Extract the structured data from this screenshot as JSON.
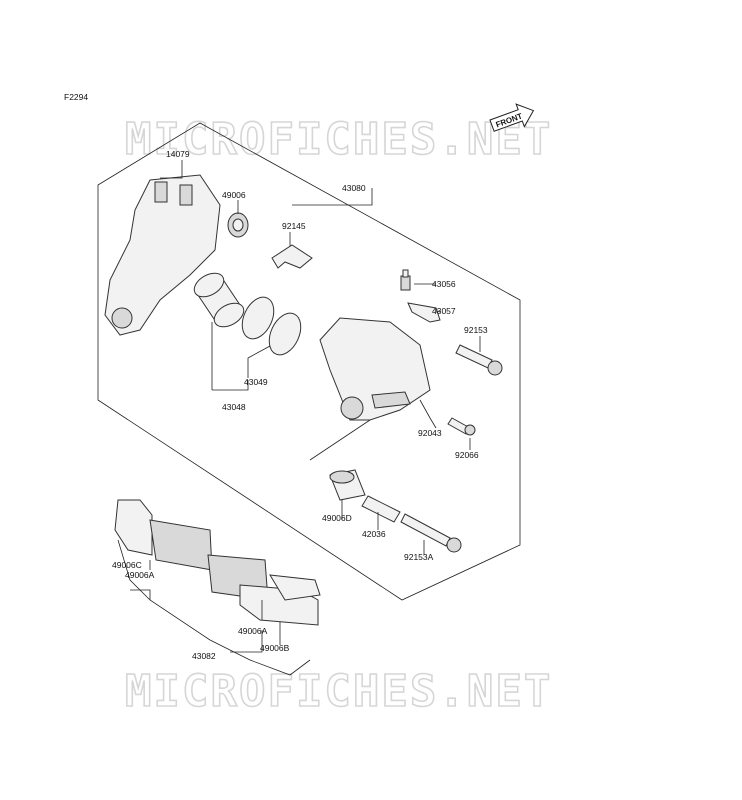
{
  "figure_code": "F2294",
  "watermark": "MICROFICHES.NET",
  "front_label": "FRONT",
  "parts": [
    {
      "id": "14079"
    },
    {
      "id": "49006"
    },
    {
      "id": "43080"
    },
    {
      "id": "92145"
    },
    {
      "id": "43056"
    },
    {
      "id": "43057"
    },
    {
      "id": "92153"
    },
    {
      "id": "43049"
    },
    {
      "id": "43048"
    },
    {
      "id": "92043"
    },
    {
      "id": "92066"
    },
    {
      "id": "49006D"
    },
    {
      "id": "42036"
    },
    {
      "id": "92153A"
    },
    {
      "id": "49006C"
    },
    {
      "id": "49006A"
    },
    {
      "id": "43082"
    },
    {
      "id": "49006A"
    },
    {
      "id": "49006B"
    }
  ]
}
